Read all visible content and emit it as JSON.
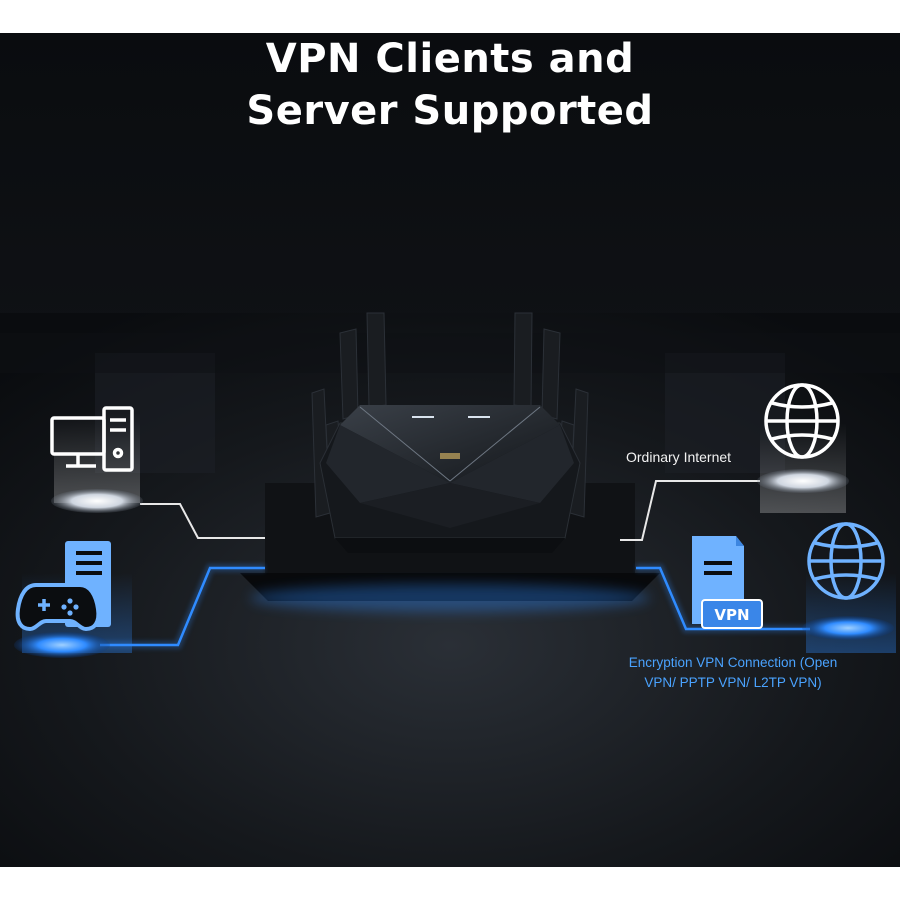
{
  "headline": {
    "line1": "VPN Clients and",
    "line2": "Server Supported"
  },
  "labels": {
    "ordinary_internet": "Ordinary Internet",
    "vpn_badge": "VPN",
    "encryption_line1": "Encryption VPN Connection (Open",
    "encryption_line2": "VPN/ PPTP VPN/ L2TP VPN)"
  },
  "colors": {
    "background": "#0b0d10",
    "white_line": "#e8e8e8",
    "blue_line": "#2f8bff",
    "blue_text": "#4aa3ff"
  },
  "icons": [
    "desktop-computer-icon",
    "game-controller-icon",
    "server-tower-icon",
    "globe-icon",
    "vpn-server-icon"
  ]
}
